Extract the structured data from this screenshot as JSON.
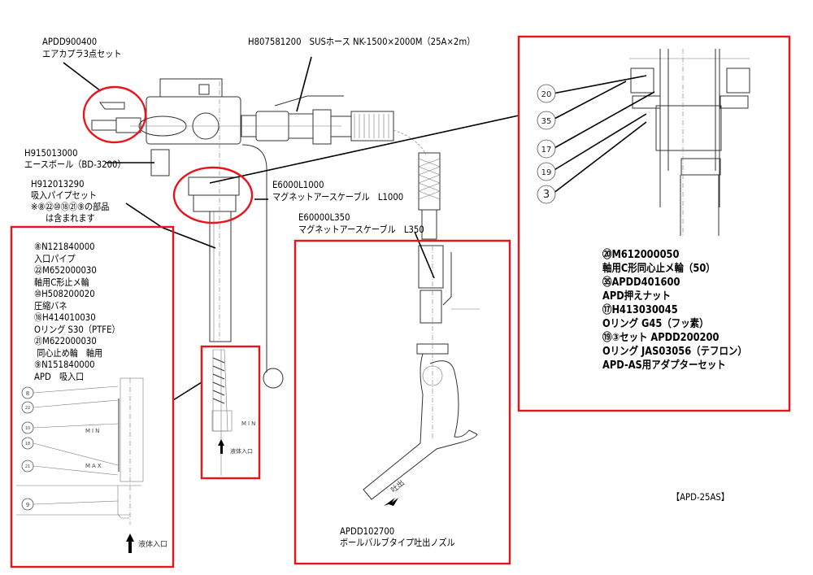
{
  "callouts": {
    "air_coupler": {
      "code": "APDD900400",
      "name": "エアカプラ3点セット"
    },
    "hose": {
      "text": "H807581200　SUSホース NK-1500×2000M（25A×2m）"
    },
    "ace_ball": {
      "code": "H915013000",
      "name": "エースボール（BD-3200）"
    },
    "suction_pipe": {
      "code": "H912013290",
      "name": "吸入パイプセット",
      "note1": "※⑧㉒⑩⑱㉑⑨の部品",
      "note2": "は含まれます"
    },
    "cable_1000": {
      "code": "E6000L1000",
      "name": "マグネットアースケーブル　L1000"
    },
    "cable_350": {
      "code": "E60000L350",
      "name": "マグネットアースケーブル　L350"
    },
    "nozzle": {
      "code": "APDD102700",
      "name": "ボールバルブタイプ吐出ノズル"
    },
    "model": "【APD-25AS】"
  },
  "left_parts": [
    "⑧N121840000",
    "入口パイプ",
    "㉒M652000030",
    "軸用C形止メ輪",
    "⑩H508200020",
    "圧縮バネ",
    "⑱H414010030",
    "Oリング S30（PTFE）",
    "㉑M622000030",
    " 同心止め輪　軸用",
    "⑨N151840000",
    "APD　吸入口"
  ],
  "right_parts": [
    "⑳M612000050",
    "軸用C形同心止メ輪（50）",
    "㉟APDD401600",
    "APD押えナット",
    "⑰H413030045",
    "Oリング G45（フッ素）",
    "⑲③セット APDD200200",
    "Oリング JAS03056（テフロン）",
    "APD-AS用アダプターセット"
  ],
  "left_detail": {
    "markers": [
      "8",
      "22",
      "10",
      "18",
      "21",
      "9"
    ],
    "min": "MIN",
    "max": "MAX",
    "inlet": "液体入口"
  },
  "small_detail": {
    "min": "MIN",
    "inlet": "液体入口"
  },
  "right_detail": {
    "markers": [
      "20",
      "35",
      "17",
      "19",
      "3"
    ]
  },
  "nozzle_outlet": "吐出",
  "colors": {
    "highlight": "#e8131b"
  }
}
